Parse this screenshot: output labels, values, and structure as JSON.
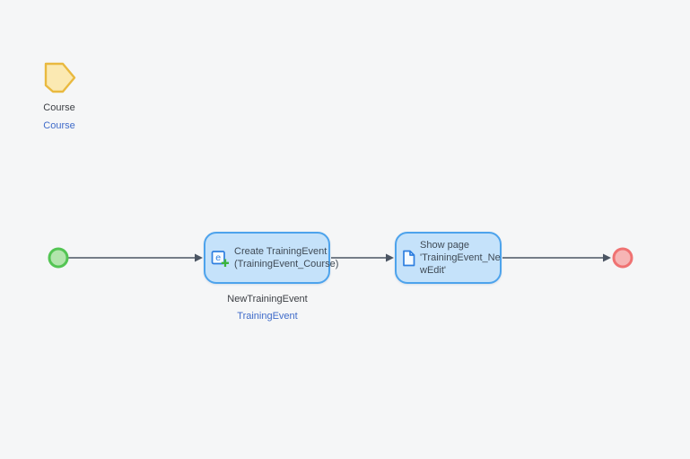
{
  "canvas": {
    "background_color": "#f5f6f7",
    "flow_color": "#4b5563"
  },
  "diagram": {
    "parameter": {
      "name_label": "Course",
      "entity_label": "Course",
      "fill": "#fbe9b2",
      "border_color": "#e9b93f"
    },
    "start_event": {
      "fill": "#b2e5ac",
      "border_color": "#53c553"
    },
    "end_event": {
      "fill": "#f6b5b5",
      "border_color": "#ef7272"
    },
    "activities": [
      {
        "label": "Create TrainingEvent (TrainingEvent_Course)",
        "label_display": "Create TrainingEvent\n(TrainingEvent_Course)",
        "caption": "NewTrainingEvent",
        "entity_label": "TrainingEvent",
        "icon": "create-object-icon",
        "fill": "#c5e2fa",
        "border_color": "#4da3ec",
        "text_color": "#3f4a55"
      },
      {
        "label": "Show page 'TrainingEvent_NewEdit'",
        "label_display": "Show page\n'TrainingEvent_Ne\nwEdit'",
        "icon": "show-page-icon",
        "fill": "#c5e2fa",
        "border_color": "#4da3ec",
        "text_color": "#3f4a55"
      }
    ]
  }
}
